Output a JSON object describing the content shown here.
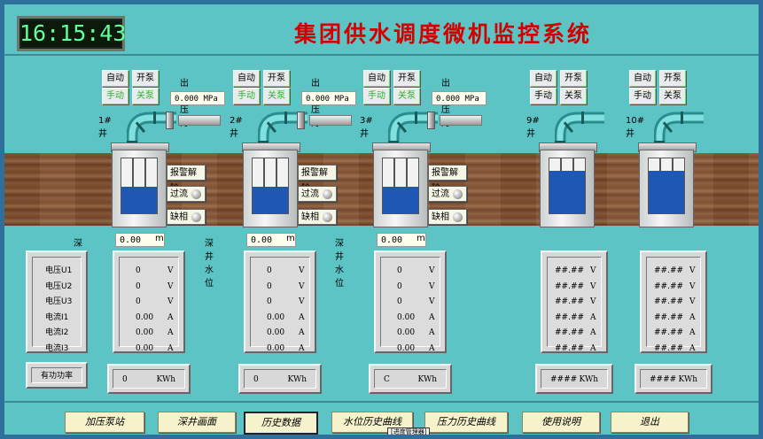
{
  "header": {
    "time": "16:15:43",
    "title": "集团供水调度微机监控系统"
  },
  "wells": [
    {
      "name": "1#井",
      "has_pressure": true,
      "auto_label": "自动",
      "start_label": "开泵",
      "manual_label": "手动",
      "stop_label": "关泵",
      "pressure_label": "出口压力",
      "pressure_value": "0.000  MPa",
      "alarm_label": "报警解除",
      "overcurrent_label": "过流",
      "phase_loss_label": "缺相",
      "level_label": "深井水位",
      "level_value": "0.00",
      "level_unit": "m",
      "water_fill": 0.48,
      "readings": [
        {
          "v": "0",
          "u": "V"
        },
        {
          "v": "0",
          "u": "V"
        },
        {
          "v": "0",
          "u": "V"
        },
        {
          "v": "0.00",
          "u": "A"
        },
        {
          "v": "0.00",
          "u": "A"
        },
        {
          "v": "0.00",
          "u": "A"
        }
      ],
      "energy_value": "0",
      "energy_unit": "KWh"
    },
    {
      "name": "2#井",
      "has_pressure": true,
      "auto_label": "自动",
      "start_label": "开泵",
      "manual_label": "手动",
      "stop_label": "关泵",
      "pressure_label": "出口压力",
      "pressure_value": "0.000  MPa",
      "alarm_label": "报警解除",
      "overcurrent_label": "过流",
      "phase_loss_label": "缺相",
      "level_label": "深井水位",
      "level_value": "0.00",
      "level_unit": "m",
      "water_fill": 0.48,
      "readings": [
        {
          "v": "0",
          "u": "V"
        },
        {
          "v": "0",
          "u": "V"
        },
        {
          "v": "0",
          "u": "V"
        },
        {
          "v": "0.00",
          "u": "A"
        },
        {
          "v": "0.00",
          "u": "A"
        },
        {
          "v": "0.00",
          "u": "A"
        }
      ],
      "energy_value": "0",
      "energy_unit": "KWh"
    },
    {
      "name": "3#井",
      "has_pressure": true,
      "auto_label": "自动",
      "start_label": "开泵",
      "manual_label": "手动",
      "stop_label": "关泵",
      "pressure_label": "出口压力",
      "pressure_value": "0.000  MPa",
      "alarm_label": "报警解除",
      "overcurrent_label": "过流",
      "phase_loss_label": "缺相",
      "level_label": "深井水位",
      "level_value": "0.00",
      "level_unit": "m",
      "water_fill": 0.48,
      "readings": [
        {
          "v": "0",
          "u": "V"
        },
        {
          "v": "0",
          "u": "V"
        },
        {
          "v": "0",
          "u": "V"
        },
        {
          "v": "0.00",
          "u": "A"
        },
        {
          "v": "0.00",
          "u": "A"
        },
        {
          "v": "0.00",
          "u": "A"
        }
      ],
      "energy_value": "C",
      "energy_unit": "KWh"
    },
    {
      "name": "9#井",
      "has_pressure": false,
      "auto_label": "自动",
      "start_label": "开泵",
      "manual_label": "手动",
      "stop_label": "关泵",
      "water_fill": 0.78,
      "readings": [
        {
          "v": "##.##",
          "u": "V"
        },
        {
          "v": "##.##",
          "u": "V"
        },
        {
          "v": "##.##",
          "u": "V"
        },
        {
          "v": "##.##",
          "u": "A"
        },
        {
          "v": "##.##",
          "u": "A"
        },
        {
          "v": "##.##",
          "u": "A"
        }
      ],
      "energy_value": "####",
      "energy_unit": "KWh"
    },
    {
      "name": "10#井",
      "has_pressure": false,
      "auto_label": "自动",
      "start_label": "开泵",
      "manual_label": "手动",
      "stop_label": "关泵",
      "water_fill": 0.78,
      "readings": [
        {
          "v": "##.##",
          "u": "V"
        },
        {
          "v": "##.##",
          "u": "V"
        },
        {
          "v": "##.##",
          "u": "V"
        },
        {
          "v": "##.##",
          "u": "A"
        },
        {
          "v": "##.##",
          "u": "A"
        },
        {
          "v": "##.##",
          "u": "A"
        }
      ],
      "energy_value": "####",
      "energy_unit": "KWh"
    }
  ],
  "legend": {
    "labels": [
      "电压U1",
      "电压U2",
      "电压U3",
      "电流I1",
      "电流I2",
      "电流I3"
    ],
    "power_label": "有功功率"
  },
  "footer": {
    "buttons": [
      "加压泵站",
      "深井画面",
      "历史数据",
      "水位历史曲线",
      "压力历史曲线",
      "使用说明",
      "退出"
    ],
    "selected": "历史数据",
    "hint": "[进度管理器]"
  },
  "colors": {
    "background": "#5cc4c4",
    "title": "#d40000",
    "water": "#1e57b4",
    "clock_digits": "#64ff9a"
  }
}
